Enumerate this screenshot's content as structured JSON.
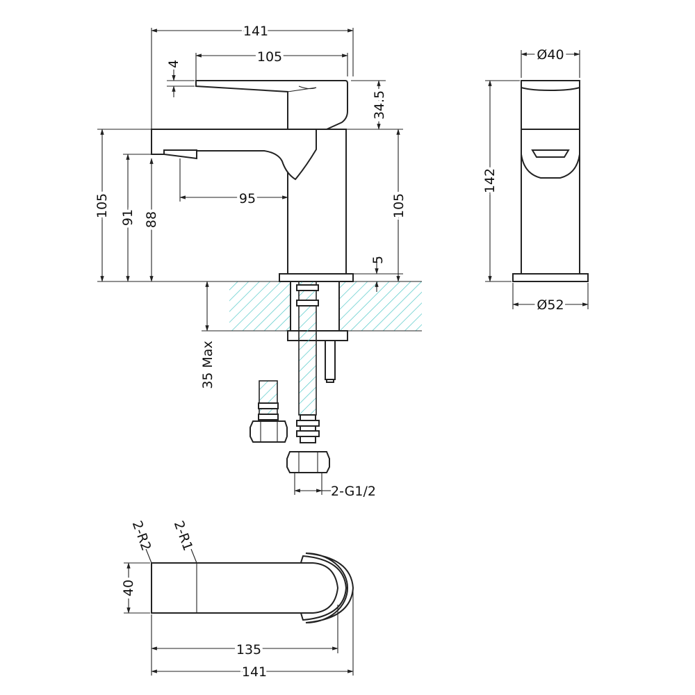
{
  "drawing": {
    "front_view": {
      "width_overall": "141",
      "lever_length": "105",
      "lever_thickness": "4",
      "body_gap": "34.5",
      "spout_height": "105",
      "outlet_height": "91",
      "spout_underside_height": "88",
      "spout_reach": "95",
      "body_height": "105",
      "base_thickness": "5",
      "deck_thickness": "35 Max",
      "connector": "2-G1/2"
    },
    "side_view": {
      "top_diameter": "Ø40",
      "height": "142",
      "base_diameter": "Ø52"
    },
    "top_view": {
      "radius_outer": "2-R2",
      "radius_inner": "2-R1",
      "depth": "40",
      "spout_length": "135",
      "overall_length": "141"
    },
    "colors": {
      "line": "#222222",
      "hatch": "#4fc7c7"
    }
  }
}
